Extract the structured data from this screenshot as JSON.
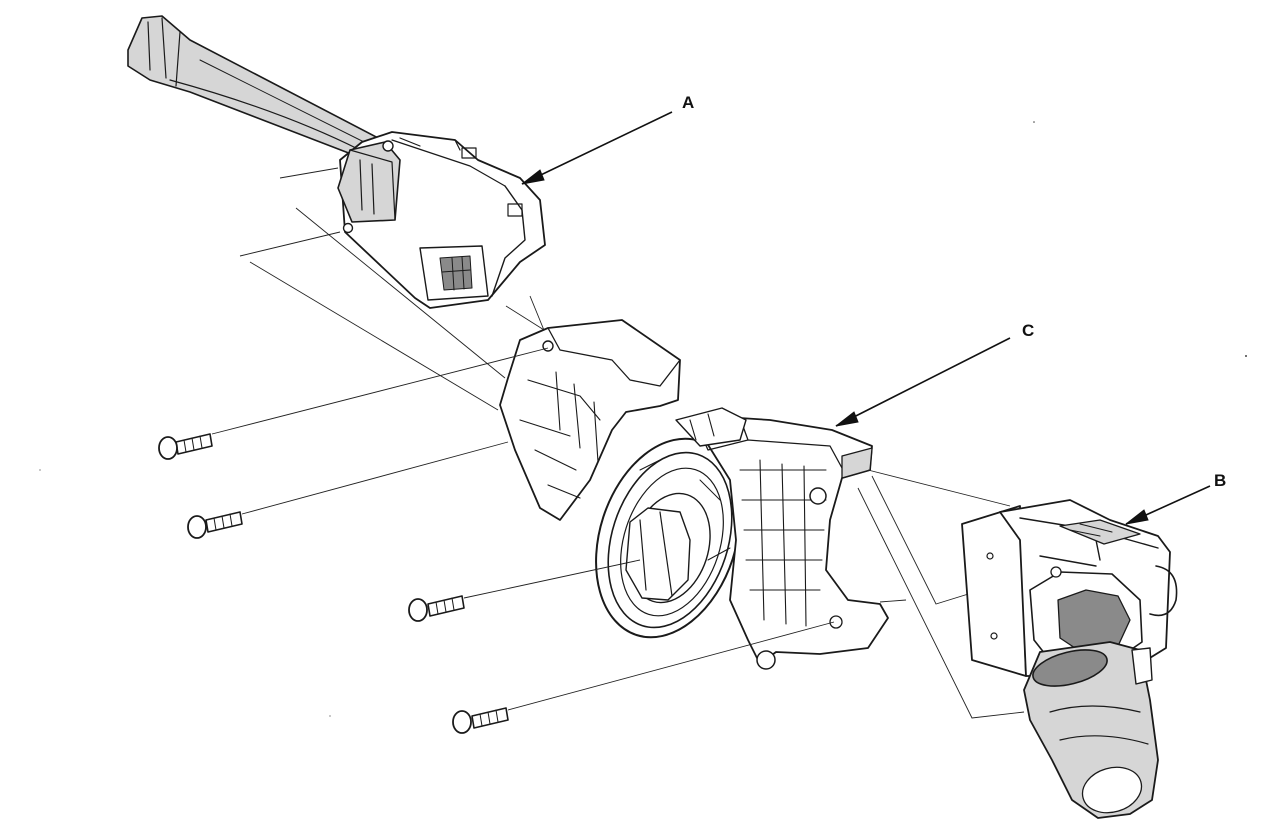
{
  "callouts": {
    "a": "A",
    "b": "B",
    "c": "C"
  },
  "parts": [
    {
      "key": "switch-a",
      "icon": "wiper-switch-icon"
    },
    {
      "key": "switch-b",
      "icon": "light-switch-icon"
    },
    {
      "key": "housing-c",
      "icon": "switch-housing-icon"
    },
    {
      "key": "screws",
      "icon": "screw-icon",
      "count": 4
    }
  ],
  "colors": {
    "line": "#1a1a1a",
    "shade": "#d6d6d6",
    "background": "#ffffff"
  }
}
